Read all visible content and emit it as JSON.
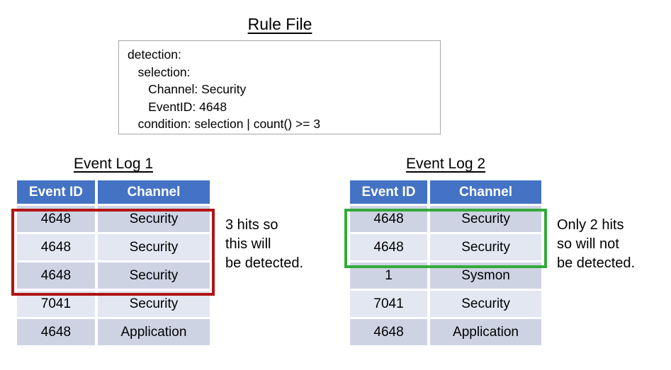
{
  "rule_file": {
    "title": "Rule File",
    "code": "detection:\n   selection:\n      Channel: Security\n      EventID: 4648\n   condition: selection | count() >= 3"
  },
  "logs": [
    {
      "title": "Event Log 1",
      "columns": [
        "Event ID",
        "Channel"
      ],
      "rows": [
        {
          "event_id": "4648",
          "channel": "Security"
        },
        {
          "event_id": "4648",
          "channel": "Security"
        },
        {
          "event_id": "4648",
          "channel": "Security"
        },
        {
          "event_id": "7041",
          "channel": "Security"
        },
        {
          "event_id": "4648",
          "channel": "Application"
        }
      ],
      "highlight": {
        "rows": 3,
        "color": "#b01414"
      },
      "annotation": "3 hits so\nthis will\nbe detected."
    },
    {
      "title": "Event Log 2",
      "columns": [
        "Event ID",
        "Channel"
      ],
      "rows": [
        {
          "event_id": "4648",
          "channel": "Security"
        },
        {
          "event_id": "4648",
          "channel": "Security"
        },
        {
          "event_id": "1",
          "channel": "Sysmon"
        },
        {
          "event_id": "7041",
          "channel": "Security"
        },
        {
          "event_id": "4648",
          "channel": "Application"
        }
      ],
      "highlight": {
        "rows": 2,
        "color": "#33aa3a"
      },
      "annotation": "Only 2 hits\nso will not\nbe detected."
    }
  ],
  "colors": {
    "header_blue": "#4472c4",
    "row_dark": "#ced3e4",
    "row_light": "#e3e7f2",
    "highlight_red": "#b01414",
    "highlight_green": "#33aa3a",
    "box_border": "#a6a6a6"
  }
}
